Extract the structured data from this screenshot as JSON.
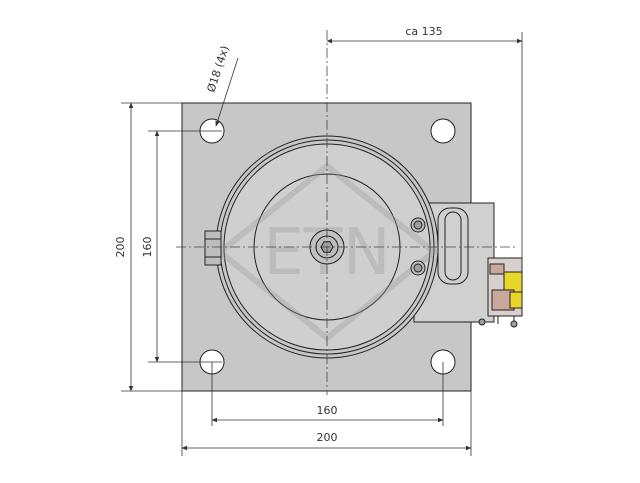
{
  "dimensions": {
    "top_width": "ca 135",
    "hole_spec": "Ø18 (4x)",
    "left_outer": "200",
    "left_inner": "160",
    "bottom_inner": "160",
    "bottom_outer": "200"
  },
  "watermark": "ETN",
  "colors": {
    "plate": "#c7c7c7",
    "disk": "#cfcfcf",
    "line": "#222222",
    "bracket": "#d0d0d0",
    "fitting_red": "#c9a79c",
    "fitting_yellow": "#e8d62a"
  }
}
